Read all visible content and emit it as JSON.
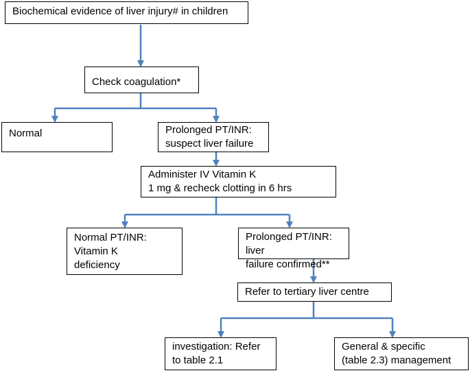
{
  "diagram": {
    "nodes": [
      {
        "id": "evidence",
        "text": "Biochemical evidence of liver injury# in children"
      },
      {
        "id": "check",
        "text": "Check coagulation*"
      },
      {
        "id": "normal",
        "text": "Normal"
      },
      {
        "id": "prolonged",
        "text": "Prolonged PT/INR:\nsuspect liver failure"
      },
      {
        "id": "vitk",
        "text": "Administer IV Vitamin K\n1 mg & recheck clotting in 6 hrs"
      },
      {
        "id": "normal2",
        "text": "Normal PT/INR:\nVitamin K\ndeficiency"
      },
      {
        "id": "confirmed",
        "text": "Prolonged PT/INR: liver\nfailure confirmed**"
      },
      {
        "id": "refer",
        "text": "Refer to tertiary liver centre"
      },
      {
        "id": "investigation",
        "text": "investigation: Refer\nto table 2.1"
      },
      {
        "id": "management",
        "text": "General & specific\n(table 2.3) management"
      }
    ],
    "edges": [
      {
        "from": "evidence",
        "to": "check"
      },
      {
        "from": "check",
        "to": "normal"
      },
      {
        "from": "check",
        "to": "prolonged"
      },
      {
        "from": "prolonged",
        "to": "vitk"
      },
      {
        "from": "vitk",
        "to": "normal2"
      },
      {
        "from": "vitk",
        "to": "confirmed"
      },
      {
        "from": "confirmed",
        "to": "refer"
      },
      {
        "from": "refer",
        "to": "investigation"
      },
      {
        "from": "refer",
        "to": "management"
      }
    ],
    "colors": {
      "connector": "#4f81bd",
      "box_border": "#000000"
    }
  }
}
